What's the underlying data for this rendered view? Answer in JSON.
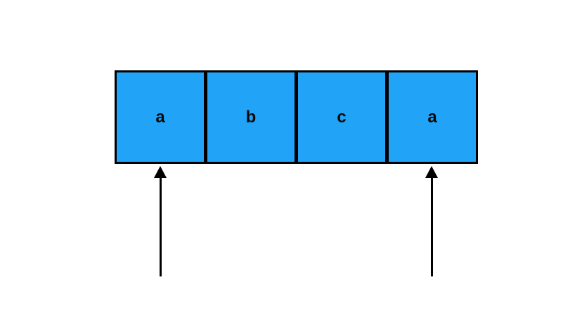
{
  "diagram": {
    "type": "array-cells-with-pointers",
    "cells": [
      {
        "label": "a"
      },
      {
        "label": "b"
      },
      {
        "label": "c"
      },
      {
        "label": "a"
      }
    ],
    "arrows": [
      {
        "name": "left-pointer",
        "points_to_cell_index": 0,
        "direction": "up"
      },
      {
        "name": "right-pointer",
        "points_to_cell_index": 3,
        "direction": "up"
      }
    ],
    "colors": {
      "background": "#ffffff",
      "cell_fill": "#21a3f7",
      "line": "#000000",
      "text": "#0b0b0b"
    }
  }
}
